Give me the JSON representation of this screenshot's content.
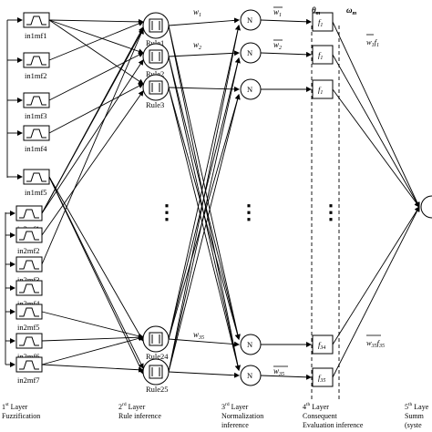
{
  "input1_mfs": [
    "in1mf1",
    "in1mf2",
    "in1mf3",
    "in1mf4",
    "in1mf5"
  ],
  "input2_mfs": [
    "in2mf1",
    "in2mf2",
    "in2mf3",
    "in2mf4",
    "in2mf5",
    "in2mf6",
    "in2mf7"
  ],
  "rules": [
    "Rule1",
    "Rule2",
    "Rule3",
    "Rule24",
    "Rule25"
  ],
  "weights": [
    "w",
    "1",
    "w",
    "2",
    "w",
    "35"
  ],
  "norm_node": "N",
  "norm_weights": [
    "w",
    "1",
    "w",
    "2",
    "w",
    "35"
  ],
  "consequent": [
    "f",
    "1",
    "f",
    "1",
    "f",
    "1",
    "f",
    "34",
    "f",
    "35"
  ],
  "theta": "θ",
  "theta_sub": "m",
  "omega": "ω",
  "omega_sub": "m",
  "output_terms": [
    "w",
    "1",
    "f",
    "1",
    "w",
    "35",
    "f",
    "35"
  ],
  "layers": [
    {
      "num": "1",
      "sup": "st",
      "line1": "Layer",
      "line2": "Fuzzification",
      "line3": ""
    },
    {
      "num": "2",
      "sup": "rd",
      "line1": "Layer",
      "line2": "Rule inference",
      "line3": ""
    },
    {
      "num": "3",
      "sup": "rd",
      "line1": "Layer",
      "line2": "Normalization",
      "line3": "inference"
    },
    {
      "num": "4",
      "sup": "th",
      "line1": "Layer",
      "line2": "Consequent",
      "line3": "Evaluation inference"
    },
    {
      "num": "5",
      "sup": "th",
      "line1": "Laye",
      "line2": "Summ",
      "line3": "(syste"
    }
  ],
  "ellipsis": "⋮"
}
